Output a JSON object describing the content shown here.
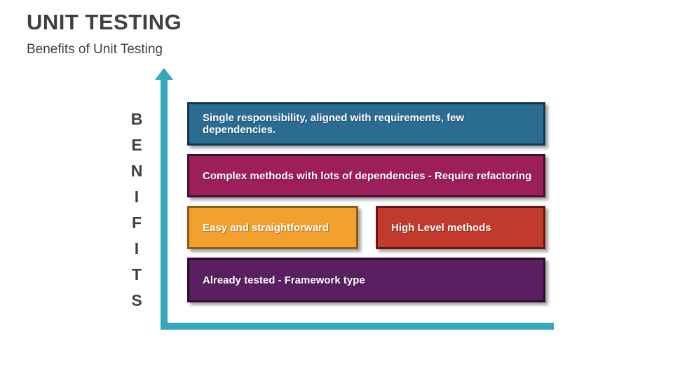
{
  "slide": {
    "title": "UNIT TESTING",
    "subtitle": "Benefits of Unit Testing"
  },
  "colors": {
    "axis": "#35A9B8",
    "heading_text": "#404040",
    "bar_text": "#FFFFFF"
  },
  "diagram": {
    "y_axis_label": "BENIFITS",
    "y_axis_letters": [
      "B",
      "E",
      "N",
      "I",
      "F",
      "I",
      "T",
      "S"
    ],
    "bars": [
      {
        "id": "single-responsibility",
        "label": "Single responsibility, aligned with requirements, few dependencies.",
        "fill": "#2B6C93",
        "border": "#16384C"
      },
      {
        "id": "complex-methods",
        "label": "Complex methods with lots of dependencies - Require refactoring",
        "fill": "#9C1E5B",
        "border": "#430F2D"
      },
      {
        "id": "easy-straightforward",
        "label": "Easy and straightforward",
        "fill": "#F2A12F",
        "border": "#8F5B13"
      },
      {
        "id": "high-level-methods",
        "label": "High Level methods",
        "fill": "#C23A2C",
        "border": "#67170F"
      },
      {
        "id": "already-tested",
        "label": "Already tested - Framework type",
        "fill": "#5A1F61",
        "border": "#2B0B2F"
      }
    ]
  }
}
